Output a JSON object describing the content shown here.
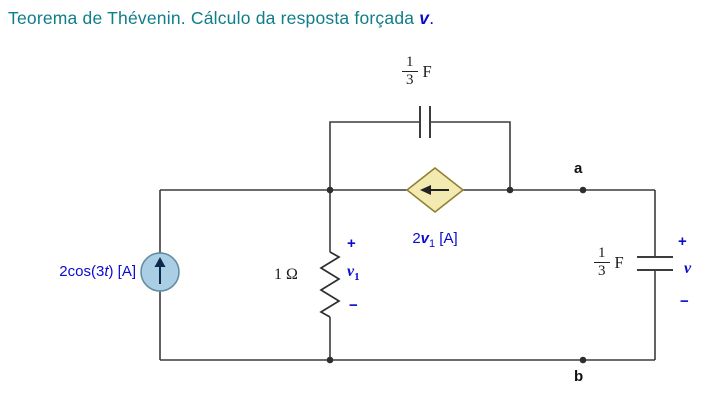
{
  "title": {
    "text": "Teorema de Thévenin. Cálculo da resposta forçada ",
    "emphasis": "v",
    "suffix": "."
  },
  "circuit": {
    "current_source": {
      "label_pre": "2cos(3",
      "label_var": "t",
      "label_post": ")  [A]"
    },
    "resistor": {
      "label": "1 Ω"
    },
    "v1": {
      "plus": "+",
      "var": "v",
      "sub": "1",
      "minus": "−"
    },
    "dependent_source": {
      "coef": "2",
      "var": "v",
      "sub": "1",
      "suffix": " [A]"
    },
    "capacitor_top": {
      "numerator": "1",
      "denominator": "3",
      "unit": "F"
    },
    "capacitor_right": {
      "numerator": "1",
      "denominator": "3",
      "unit": "F"
    },
    "output": {
      "plus": "+",
      "var": "v",
      "minus": "−"
    },
    "nodes": {
      "a": "a",
      "b": "b"
    }
  },
  "colors": {
    "title_teal": "#0f7d8a",
    "label_blue": "#0b0bd0",
    "wire": "#3c3c3c",
    "current_source_fill": "#aacfe4",
    "dependent_source_fill": "#f3eab2"
  }
}
